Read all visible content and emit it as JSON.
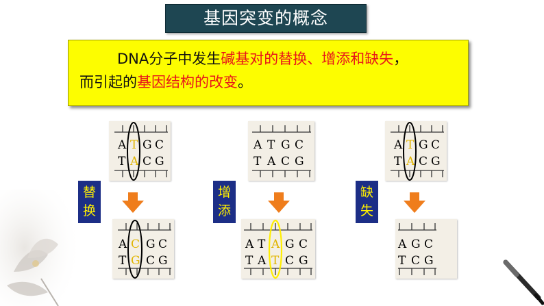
{
  "title": "基因突变的概念",
  "definition": {
    "line1_part1": "DNA分子中发生",
    "line1_part2": "碱基对的替换、增添和缺失",
    "line1_part3": "，",
    "line2_part1": "而引起的",
    "line2_part2": "基因结构的改变",
    "line2_part3": "。"
  },
  "examples": [
    {
      "label_chars": [
        "替",
        "换"
      ],
      "before": {
        "top": [
          "A",
          "T",
          "G",
          "C"
        ],
        "bottom": [
          "T",
          "A",
          "C",
          "G"
        ]
      },
      "after": {
        "top": [
          "A",
          "C",
          "G",
          "C"
        ],
        "bottom": [
          "T",
          "G",
          "C",
          "G"
        ]
      }
    },
    {
      "label_chars": [
        "增",
        "添"
      ],
      "before": {
        "top": [
          "A",
          "T",
          "G",
          "C"
        ],
        "bottom": [
          "T",
          "A",
          "C",
          "G"
        ]
      },
      "after": {
        "top": [
          "A",
          "T",
          "A",
          "G",
          "C"
        ],
        "bottom": [
          "T",
          "A",
          "T",
          "C",
          "G"
        ]
      }
    },
    {
      "label_chars": [
        "缺",
        "失"
      ],
      "before": {
        "top": [
          "A",
          "T",
          "G",
          "C"
        ],
        "bottom": [
          "T",
          "A",
          "C",
          "G"
        ]
      },
      "after": {
        "top": [
          "A",
          "G",
          "C"
        ],
        "bottom": [
          "T",
          "C",
          "G"
        ]
      }
    }
  ],
  "colors": {
    "title_bg": "#1e4652",
    "highlight_box": "#fdfd00",
    "emphasis_red": "#e8161a",
    "label_bg": "#1c2e86",
    "label_text": "#fff000",
    "arrow": "#ef7d1c",
    "mutated_base": "#e0b400",
    "ellipse_black": "#000000",
    "ellipse_yellow": "#ffee00"
  },
  "icons": [
    "down-arrow-icon",
    "lotus-painting-decoration",
    "ink-brush-decoration"
  ]
}
